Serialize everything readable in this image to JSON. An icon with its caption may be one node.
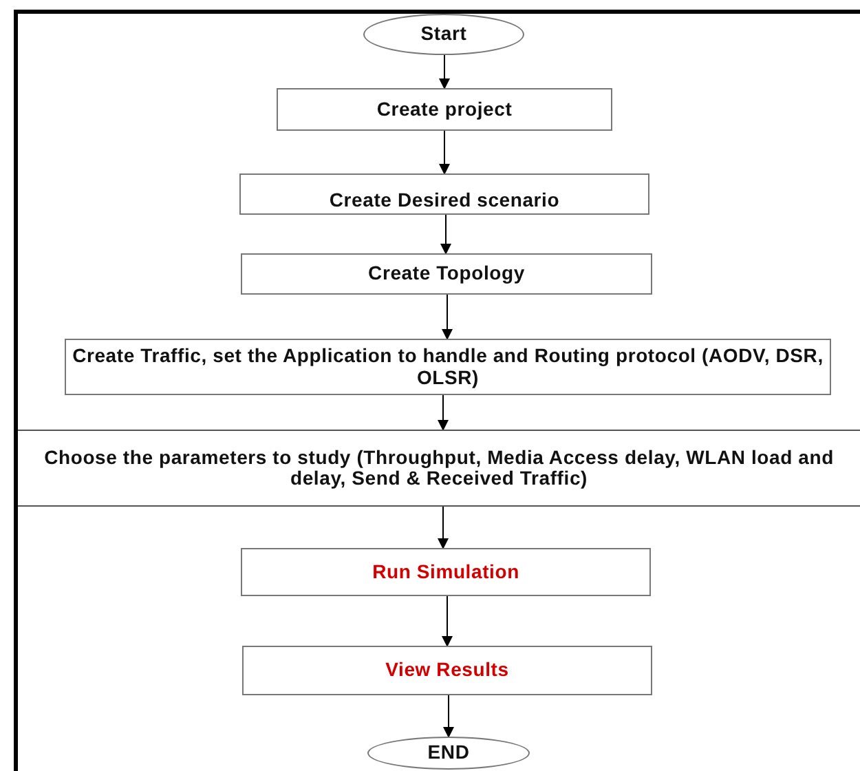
{
  "diagram": {
    "nodes": [
      {
        "text": [
          "Start"
        ]
      },
      {
        "text": [
          "Create project"
        ]
      },
      {
        "text": [
          "Create Desired scenario"
        ]
      },
      {
        "text": [
          "Create Topology"
        ]
      },
      {
        "text": [
          "Create  Traffic, set the Application to handle and Routing protocol (AODV, DSR, OLSR)"
        ]
      },
      {
        "text": [
          "Choose the parameters to study (Throughput, Media Access delay, WLAN load and delay, Send & Received Traffic)"
        ]
      },
      {
        "text": [
          "Run Simulation"
        ]
      },
      {
        "text": [
          "View Results"
        ]
      },
      {
        "text": [
          "END"
        ]
      }
    ],
    "edges": [
      {
        "from": 0,
        "to": 1,
        "arrow": "to"
      },
      {
        "from": 1,
        "to": 2,
        "arrow": "to"
      },
      {
        "from": 2,
        "to": 3,
        "arrow": "to"
      },
      {
        "from": 3,
        "to": 4,
        "arrow": "to"
      },
      {
        "from": 4,
        "to": 5,
        "arrow": "to"
      },
      {
        "from": 5,
        "to": 6,
        "arrow": "to"
      },
      {
        "from": 6,
        "to": 7,
        "arrow": "to"
      },
      {
        "from": 7,
        "to": 8,
        "arrow": "to"
      }
    ]
  }
}
